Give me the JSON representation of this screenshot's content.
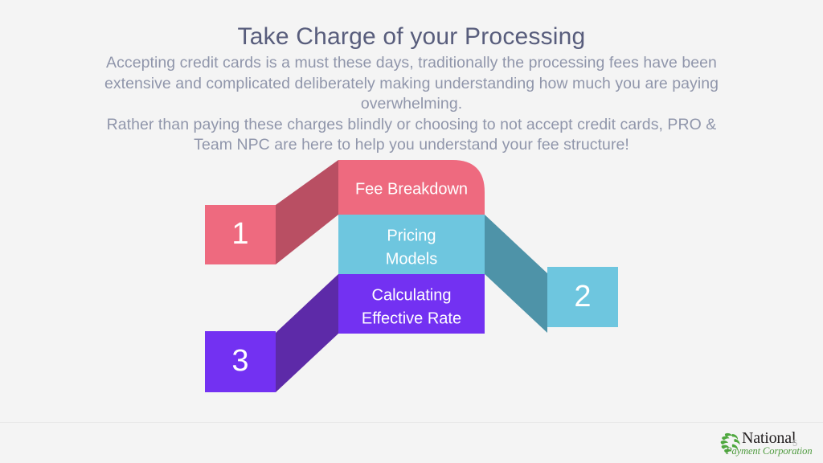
{
  "slide": {
    "background_color": "#f4f4f4",
    "title": "Take Charge of your Processing",
    "title_color": "#585d7c",
    "body_color": "#9096ab",
    "paragraph_1": "Accepting credit cards is a must these days, traditionally the processing fees have been extensive and complicated deliberately making understanding how much you are paying overwhelming.",
    "paragraph_2": "Rather than paying these charges blindly or choosing to not accept credit cards, PRO & Team NPC are here to help you understand your fee structure!"
  },
  "diagram": {
    "type": "3-step-process",
    "steps": [
      {
        "number": "1",
        "label": "Fee Breakdown",
        "color": "#ee6a7f",
        "connector_color": "#b94f63",
        "side": "left"
      },
      {
        "number": "2",
        "label": "Pricing Models",
        "label_line_1": "Pricing",
        "label_line_2": "Models",
        "color": "#6ec6df",
        "connector_color": "#4e93a8",
        "side": "right"
      },
      {
        "number": "3",
        "label": "Calculating Effective Rate",
        "label_line_1": "Calculating",
        "label_line_2": "Effective Rate",
        "color": "#7331f2",
        "connector_color": "#5d2aa8",
        "side": "left"
      }
    ]
  },
  "footer": {
    "logo_name": "National",
    "logo_subtitle": "Payment Corporation",
    "logo_mark_color": "#4fa83f",
    "logo_name_color": "#231f20",
    "logo_subtitle_color": "#4f9b3f",
    "page_number": "5"
  }
}
